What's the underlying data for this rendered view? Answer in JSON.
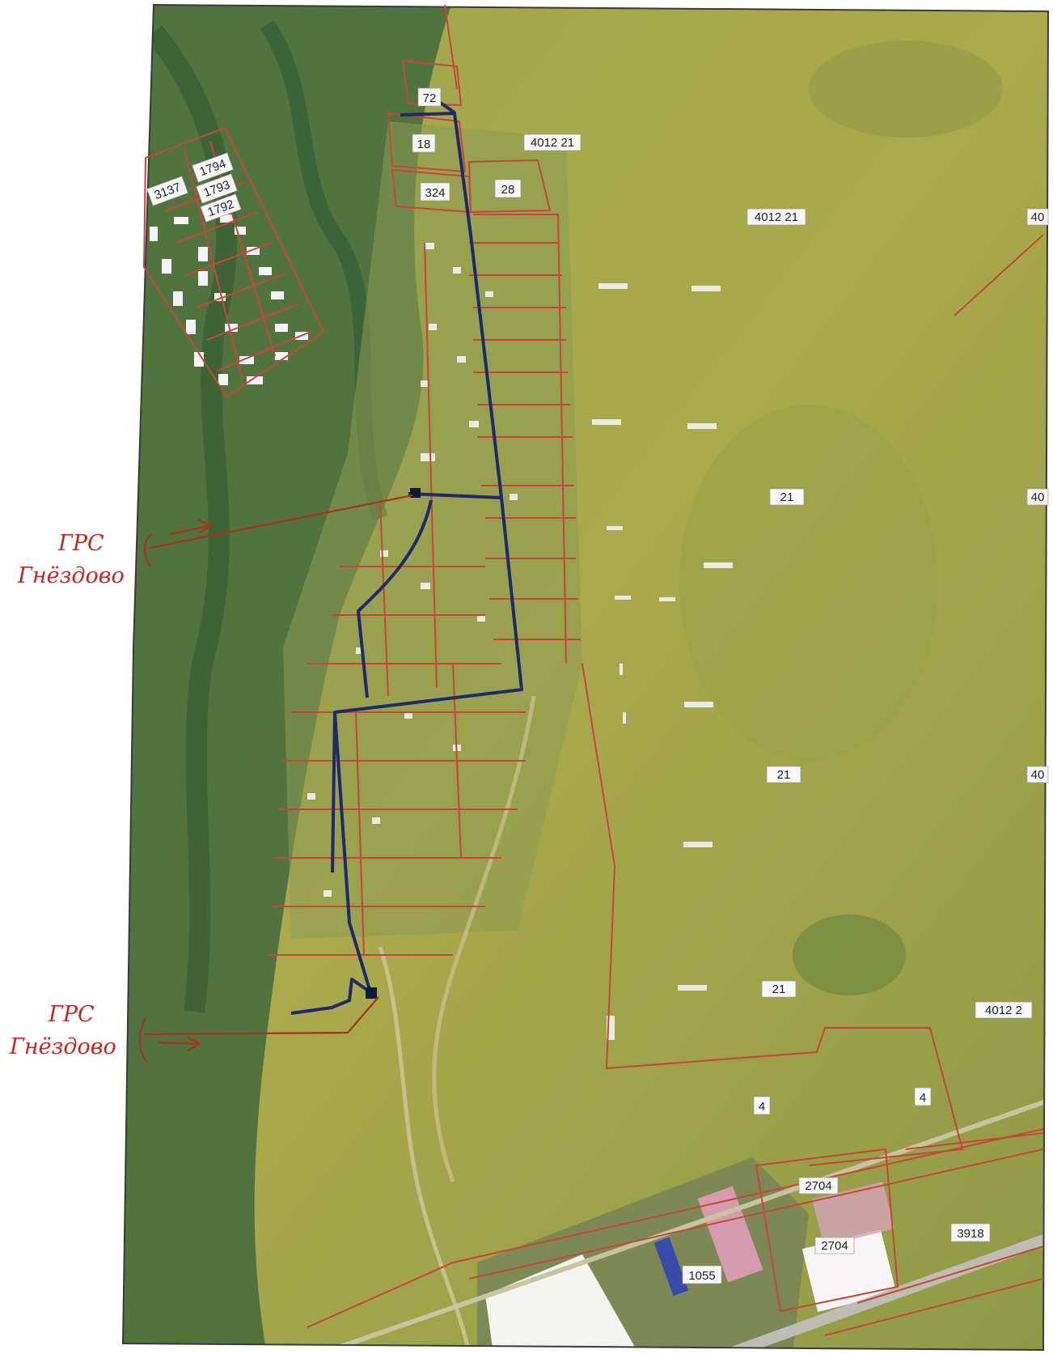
{
  "annotations": {
    "upper": {
      "line1": "ГРС",
      "line2": "Гнёздово"
    },
    "lower": {
      "line1": "ГРС",
      "line2": "Гнёздово"
    }
  },
  "parcel_labels": {
    "p72": "72",
    "p18": "18",
    "p4012_21_top": "4012 21",
    "p324": "324",
    "p28": "28",
    "p3137": "3137",
    "p1794": "1794",
    "p1793": "1793",
    "p1792": "1792",
    "p4012_21_mid": "4012 21",
    "p21_a": "21",
    "p21_b": "21",
    "p21_c": "21",
    "p40_a": "40",
    "p40_b": "40",
    "p40_c": "40",
    "p4012_2_right": "4012 2",
    "p4_a": "4",
    "p4_b": "4",
    "p2704_a": "2704",
    "p2704_b": "2704",
    "p3918": "3918",
    "p1055": "1055"
  },
  "colors": {
    "parcel_boundary": "#c8453a",
    "gas_pipeline": "#1f2a6b",
    "annotation": "#c8261c",
    "field": "#a7a64a",
    "forest": "#3f6a3a"
  }
}
